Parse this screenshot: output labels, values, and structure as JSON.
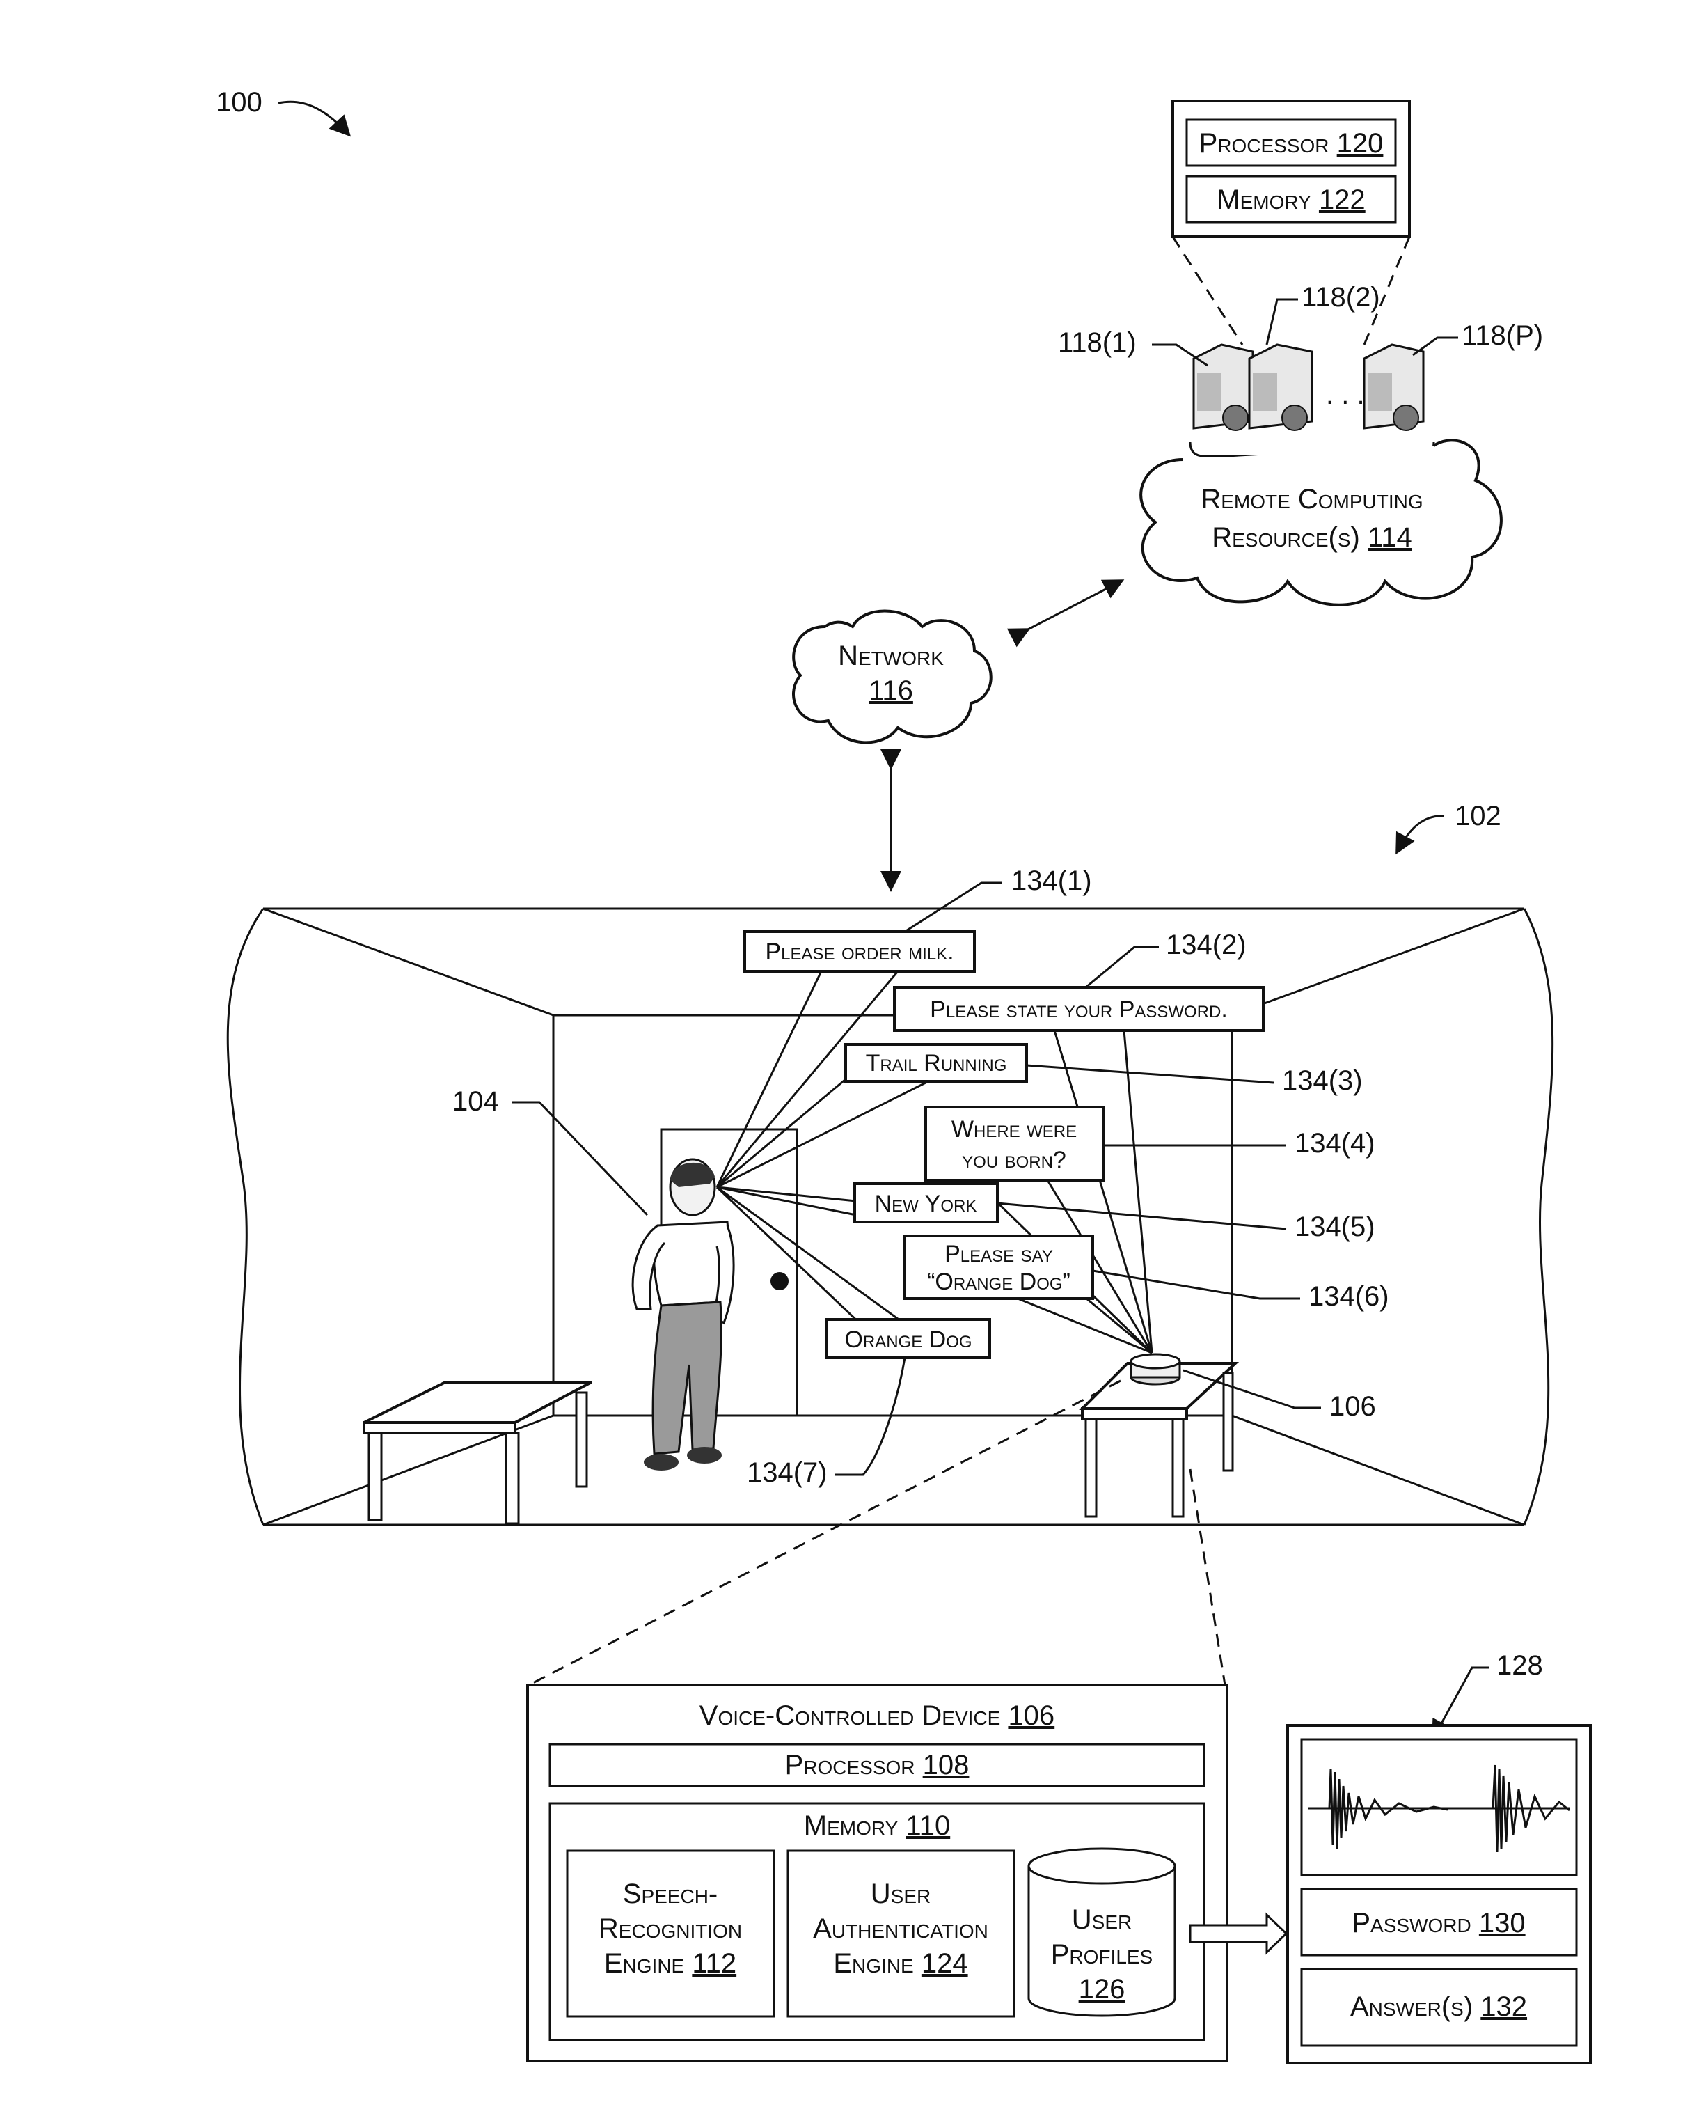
{
  "refs": {
    "fig": "100",
    "room": "102",
    "user": "104",
    "device_callout": "106",
    "servers": [
      "118(1)",
      "118(2)",
      "118(P)"
    ],
    "audio": "128",
    "utterances": [
      "134(1)",
      "134(2)",
      "134(3)",
      "134(4)",
      "134(5)",
      "134(6)",
      "134(7)"
    ]
  },
  "server_detail": {
    "processor": {
      "text": "Processor",
      "num": "120"
    },
    "memory": {
      "text": "Memory",
      "num": "122"
    }
  },
  "remote": {
    "line1": "Remote Computing",
    "line2": "Resource(s)",
    "num": "114"
  },
  "network": {
    "text": "Network",
    "num": "116"
  },
  "utterance_texts": [
    "Please order milk.",
    "Please state your Password.",
    "Trail Running",
    "Where were",
    "you born?",
    "New York",
    "Please say",
    "“Orange Dog”",
    "Orange Dog"
  ],
  "device": {
    "title": {
      "text": "Voice-Controlled Device",
      "num": "106"
    },
    "processor": {
      "text": "Processor",
      "num": "108"
    },
    "memory": {
      "text": "Memory",
      "num": "110"
    },
    "speech": {
      "l1": "Speech-",
      "l2": "Recognition",
      "l3": "Engine",
      "num": "112"
    },
    "auth": {
      "l1": "User",
      "l2": "Authentication",
      "l3": "Engine",
      "num": "124"
    },
    "profiles": {
      "l1": "User",
      "l2": "Profiles",
      "num": "126"
    }
  },
  "profile_panel": {
    "password": {
      "text": "Password",
      "num": "130"
    },
    "answers": {
      "text": "Answer(s)",
      "num": "132"
    }
  },
  "colors": {
    "ink": "#111111",
    "paper": "#ffffff",
    "shade": "#9a9a9a"
  }
}
